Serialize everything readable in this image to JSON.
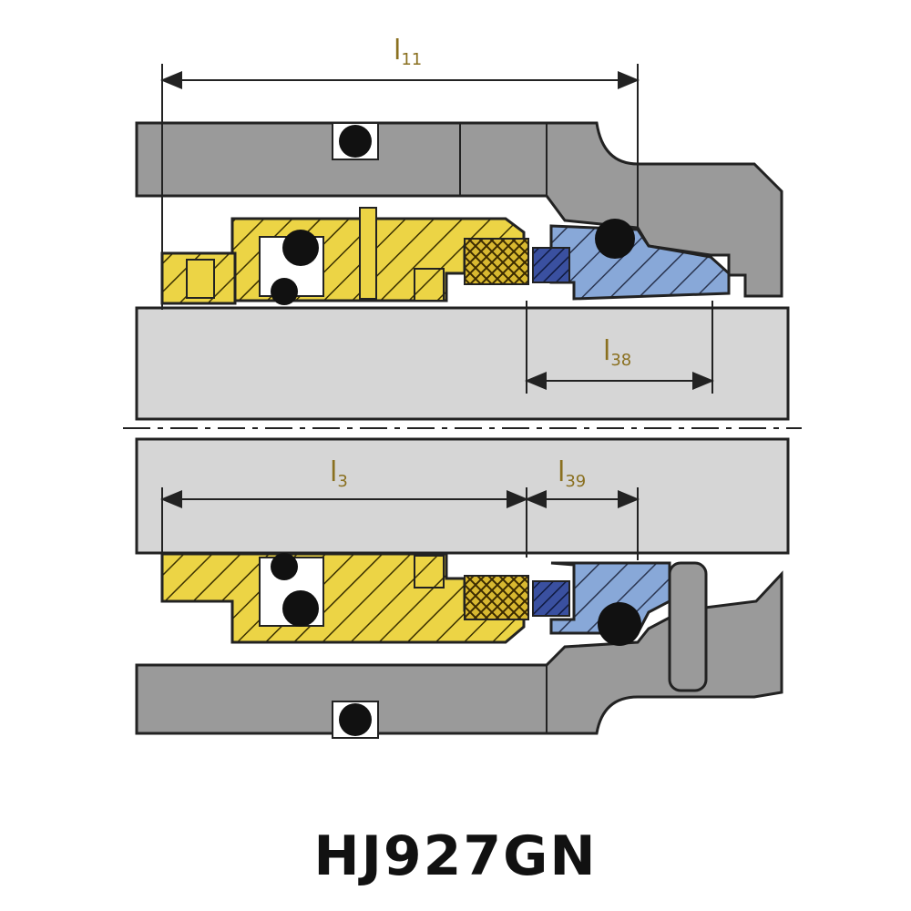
{
  "title": "HJ927GN",
  "dimensions": [
    {
      "id": "l11",
      "main": "l",
      "sub": "11"
    },
    {
      "id": "l38",
      "main": "l",
      "sub": "38"
    },
    {
      "id": "l3",
      "main": "l",
      "sub": "3"
    },
    {
      "id": "l39",
      "main": "l",
      "sub": "39"
    }
  ],
  "colors": {
    "housing": "#9a9a9a",
    "shaft": "#d6d6d6",
    "rotating_parts": "#ecd445",
    "stationary_seat": "#88a8d8",
    "carbon_ring": "#d8b830",
    "oring": "#111111",
    "dimension_text": "#8a7020"
  }
}
